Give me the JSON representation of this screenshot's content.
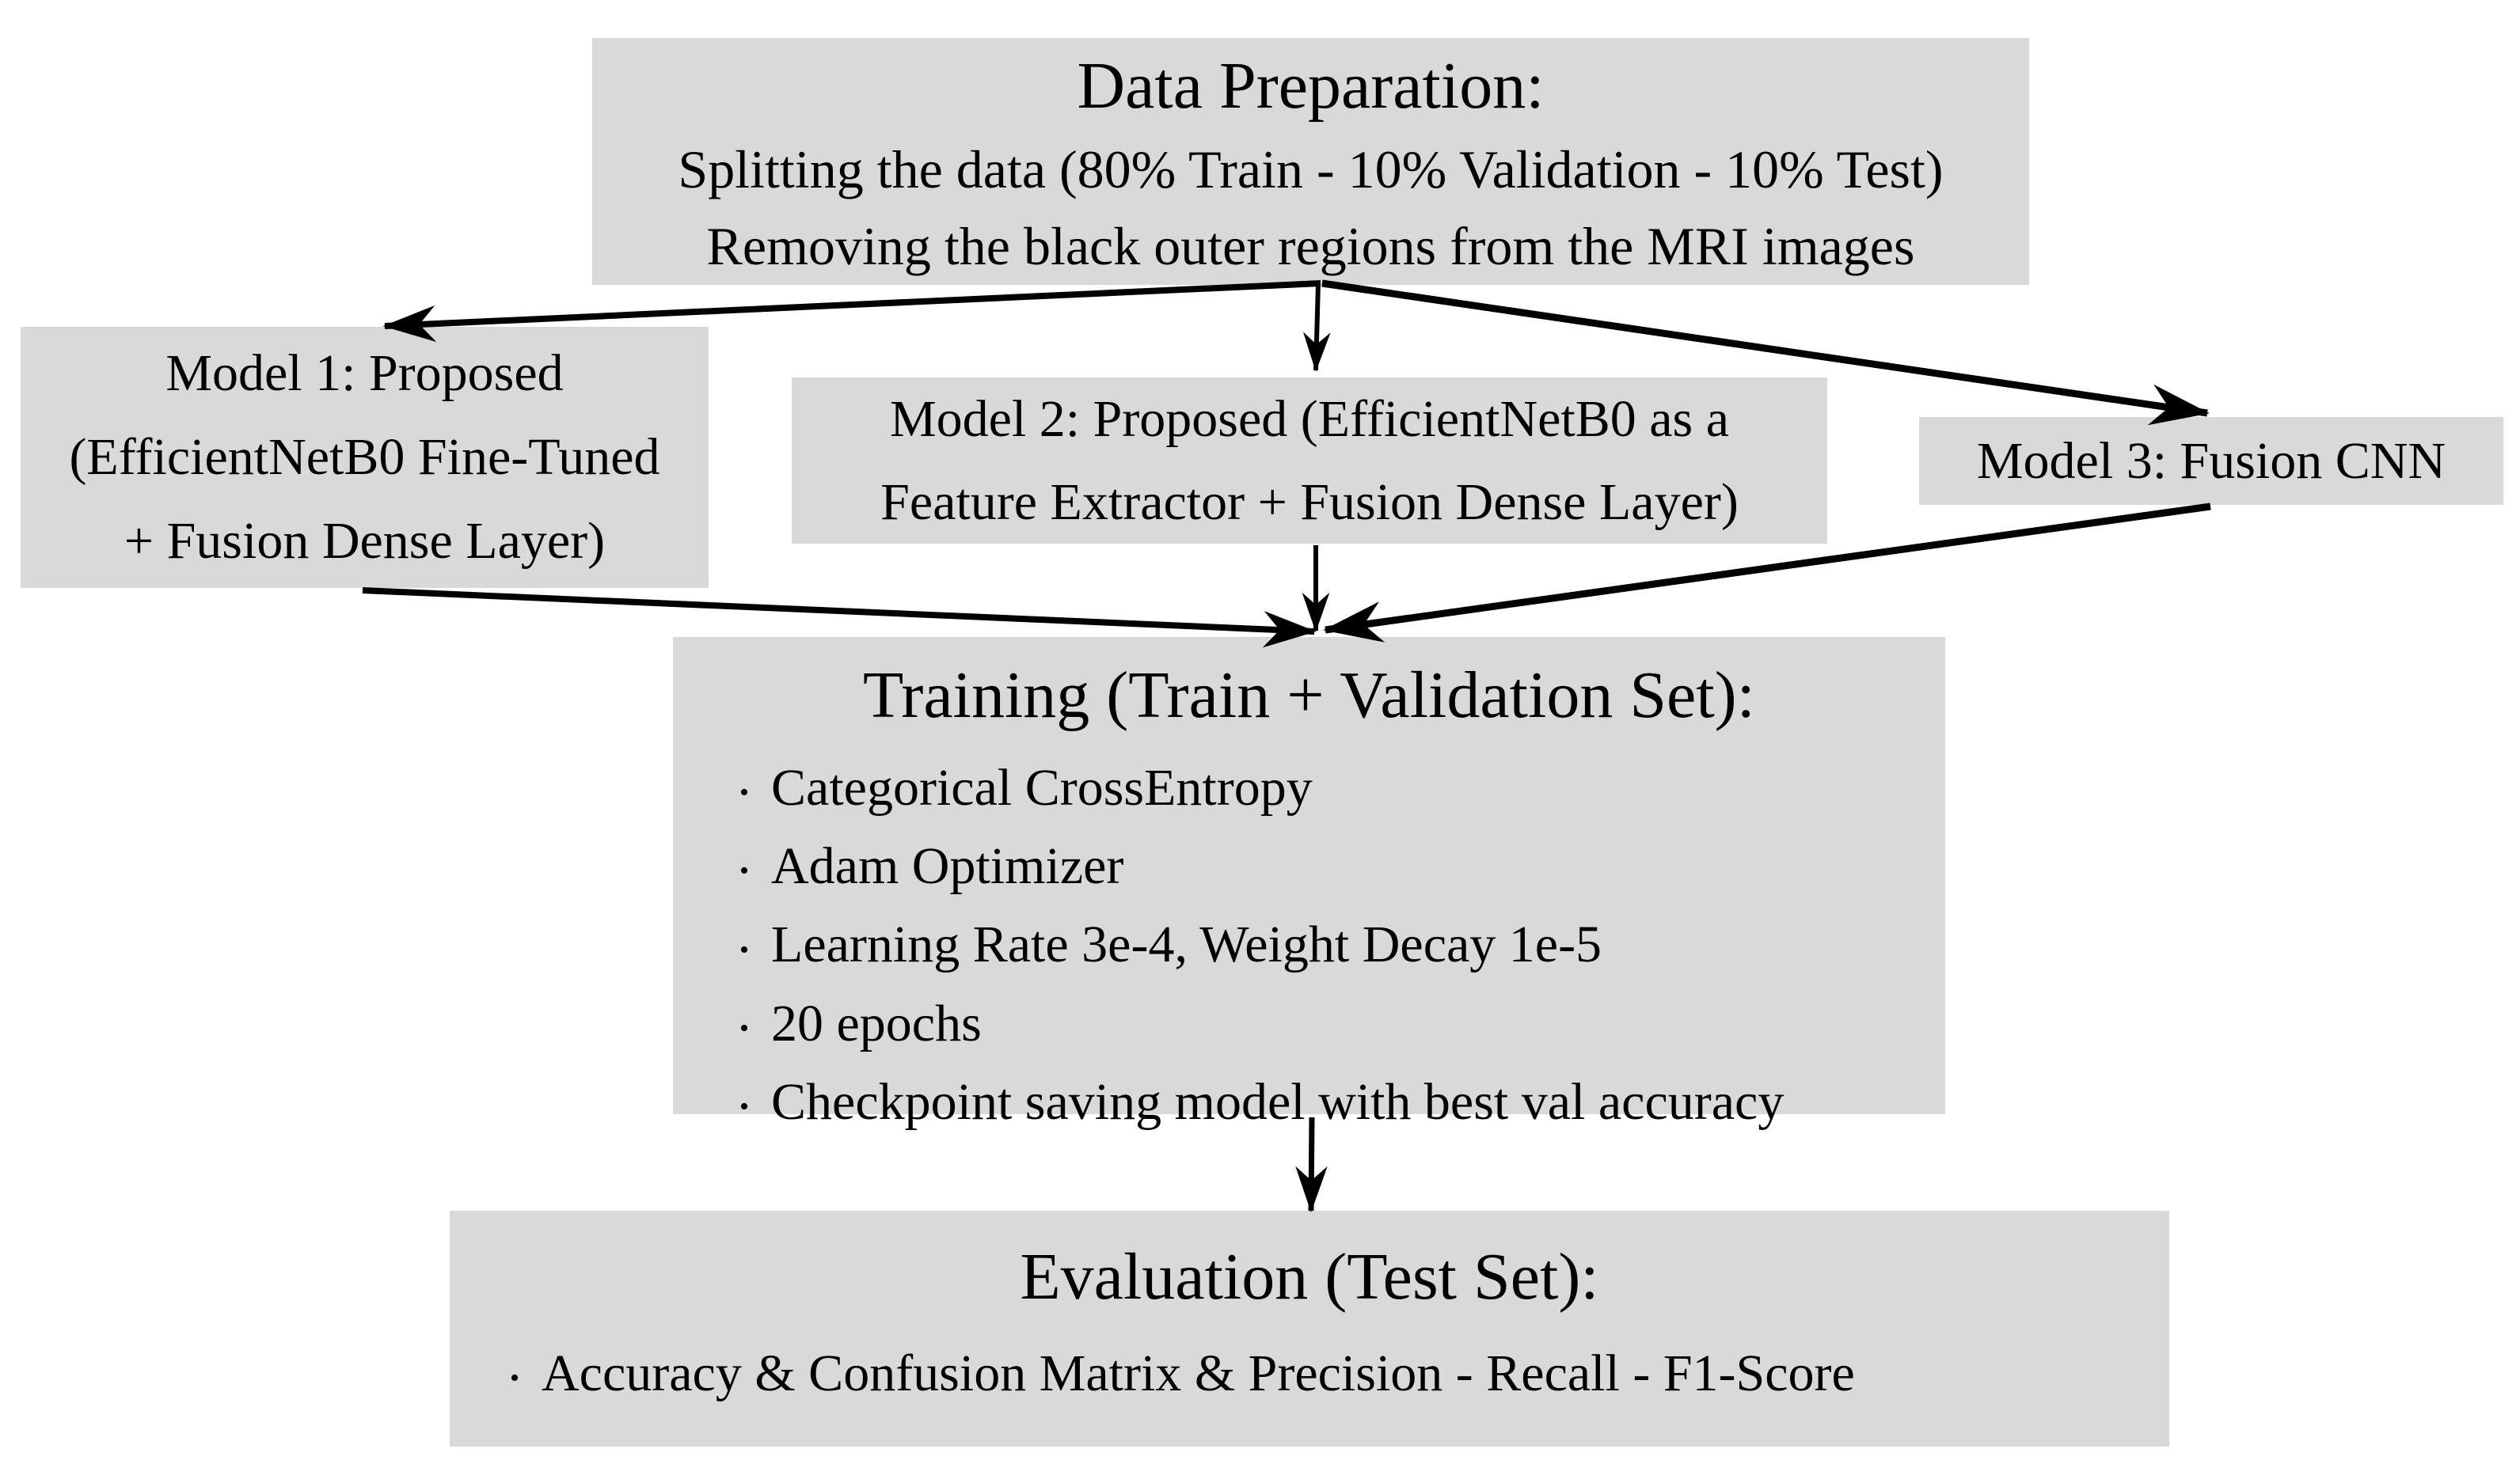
{
  "canvas": {
    "background": "#ffffff",
    "box_fill": "#d9d9d9",
    "text_color": "#000000",
    "arrow_color": "#000000"
  },
  "ui": {
    "bullet_char": "•"
  },
  "boxes": {
    "data_preparation": {
      "title": "Data Preparation:",
      "lines": [
        "Splitting the data (80% Train - 10% Validation - 10% Test)",
        "Removing the black outer regions from the MRI images"
      ]
    },
    "model_1": {
      "lines": [
        "Model 1: Proposed",
        "(EfficientNetB0 Fine-Tuned",
        "+ Fusion Dense Layer)"
      ]
    },
    "model_2": {
      "lines": [
        "Model 2: Proposed (EfficientNetB0 as a",
        "Feature Extractor + Fusion Dense Layer)"
      ]
    },
    "model_3": {
      "lines": [
        "Model 3: Fusion CNN"
      ]
    },
    "training": {
      "title": "Training (Train + Validation Set):",
      "bullets": [
        "Categorical CrossEntropy",
        "Adam Optimizer",
        "Learning Rate 3e-4, Weight Decay 1e-5",
        "20 epochs",
        "Checkpoint saving model with best val accuracy"
      ]
    },
    "evaluation": {
      "title": "Evaluation (Test Set):",
      "bullets": [
        "Accuracy & Confusion Matrix & Precision - Recall - F1-Score"
      ]
    }
  }
}
